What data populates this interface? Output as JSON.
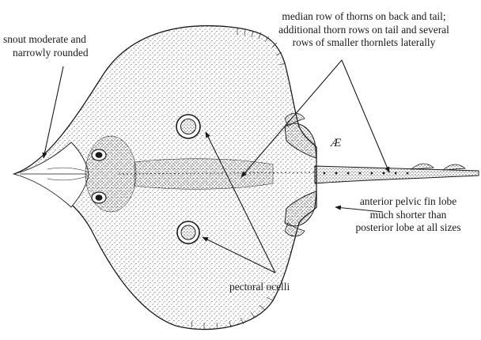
{
  "labels": {
    "snout": [
      "snout moderate and",
      "narrowly rounded"
    ],
    "thorns": [
      "median row of thorns on back and tail;",
      "additional thorn rows on tail and several",
      "rows of smaller thornlets laterally"
    ],
    "pelvic": [
      "anterior pelvic fin lobe",
      "much shorter than",
      "posterior lobe at all sizes"
    ],
    "ocelli": [
      "pectoral ocelli"
    ]
  },
  "annotation_mark": "Æ",
  "colors": {
    "ink": "#1a1a1a",
    "paper": "#ffffff"
  }
}
